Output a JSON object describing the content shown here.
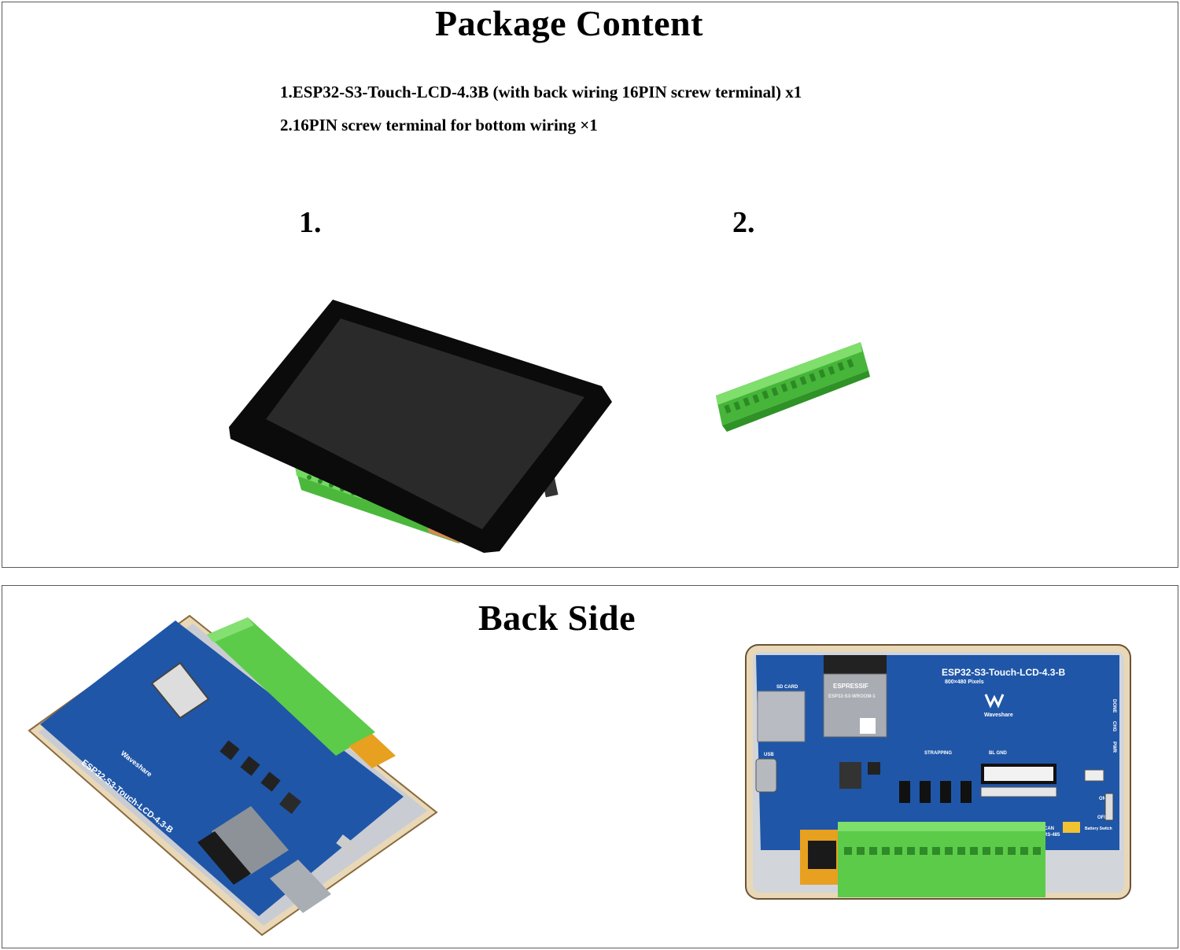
{
  "package_content": {
    "title": "Package Content",
    "items": [
      "1.ESP32-S3-Touch-LCD-4.3B (with back wiring 16PIN screw terminal) x1",
      "2.16PIN screw terminal for bottom wiring ×1"
    ],
    "image_numbers": [
      "1.",
      "2."
    ]
  },
  "back_side": {
    "title": "Back Side",
    "board_name": "ESP32-S3-Touch-LCD-4.3-B",
    "resolution": "800×480 Pixels",
    "brand": "Waveshare",
    "module_brand": "ESPRESSIF",
    "module_model": "ESP32-S3-WROOM-1",
    "labels": {
      "sd_card": "SD CARD",
      "usb": "USB",
      "strapping": "STRAPPING",
      "bl_gnd": "BL GND",
      "done": "DONE",
      "chg": "CHG",
      "pwr": "PWR",
      "on": "ON",
      "off": "OFF",
      "can": "CAN",
      "rs485": "RS-485",
      "battery_switch": "Battery Switch"
    }
  },
  "colors": {
    "pcb_blue": "#1f56a8",
    "terminal_green": "#5ccb4a",
    "screen_black": "#0c0c0c",
    "frame_tan": "#e8d8b8"
  }
}
